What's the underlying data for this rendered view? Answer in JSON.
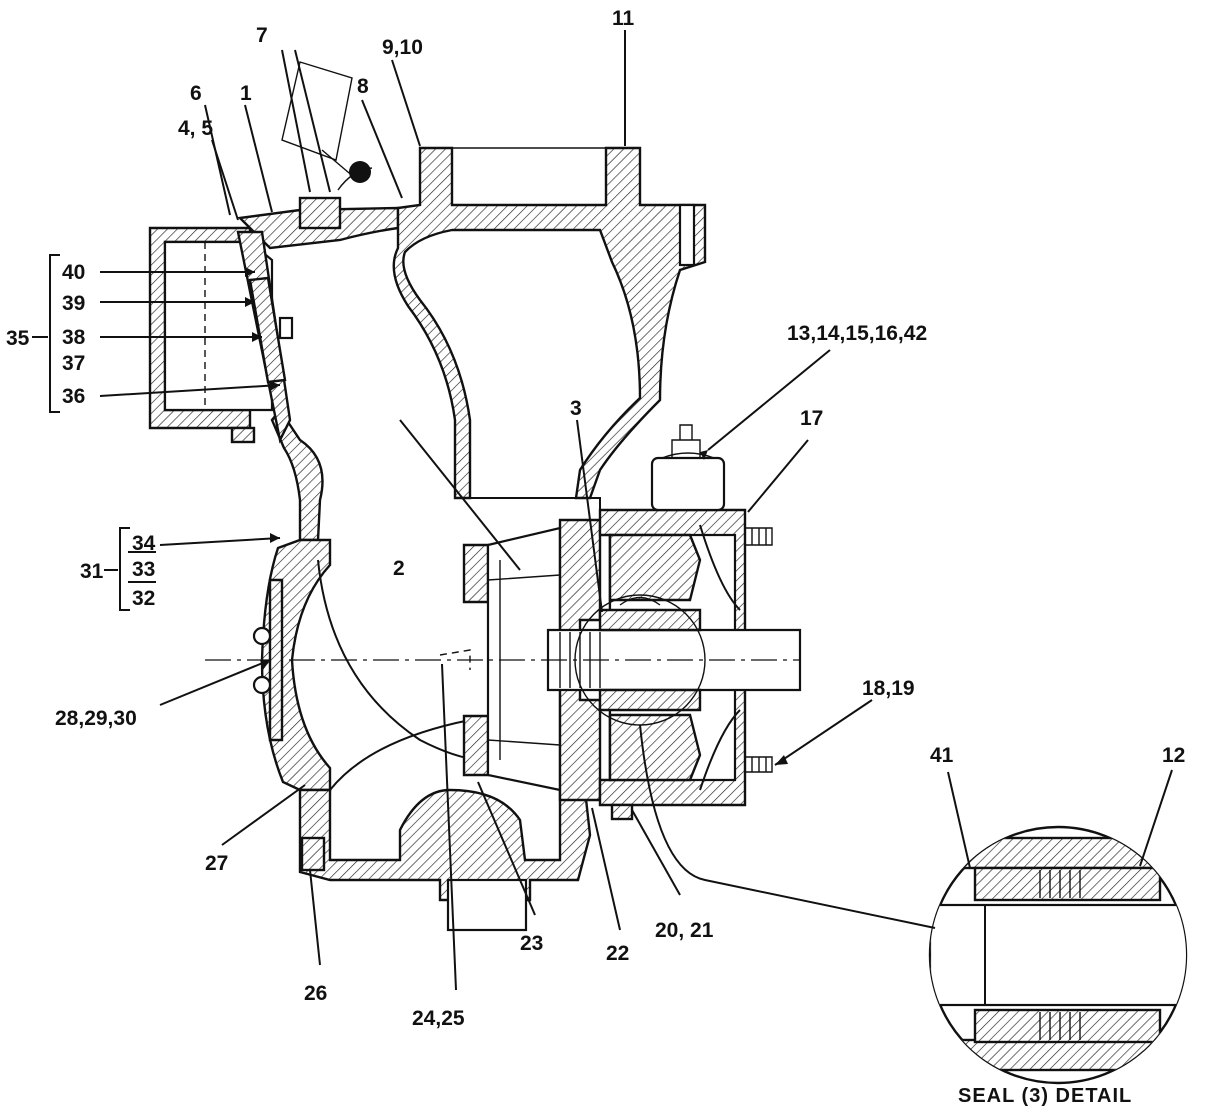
{
  "diagram": {
    "caption": "SEAL (3) DETAIL",
    "labels": {
      "l1": "1",
      "l2": "2",
      "l3": "3",
      "l45": "4, 5",
      "l6": "6",
      "l7": "7",
      "l8": "8",
      "l910": "9,10",
      "l11": "11",
      "l12": "12",
      "l13_42": "13,14,15,16,42",
      "l17": "17",
      "l1819": "18,19",
      "l2021": "20, 21",
      "l22": "22",
      "l23": "23",
      "l2425": "24,25",
      "l26": "26",
      "l27": "27",
      "l282930": "28,29,30",
      "l31": "31",
      "l32": "32",
      "l33": "33",
      "l34": "34",
      "l35": "35",
      "l36": "36",
      "l37": "37",
      "l38": "38",
      "l39": "39",
      "l40": "40",
      "l41": "41"
    }
  }
}
